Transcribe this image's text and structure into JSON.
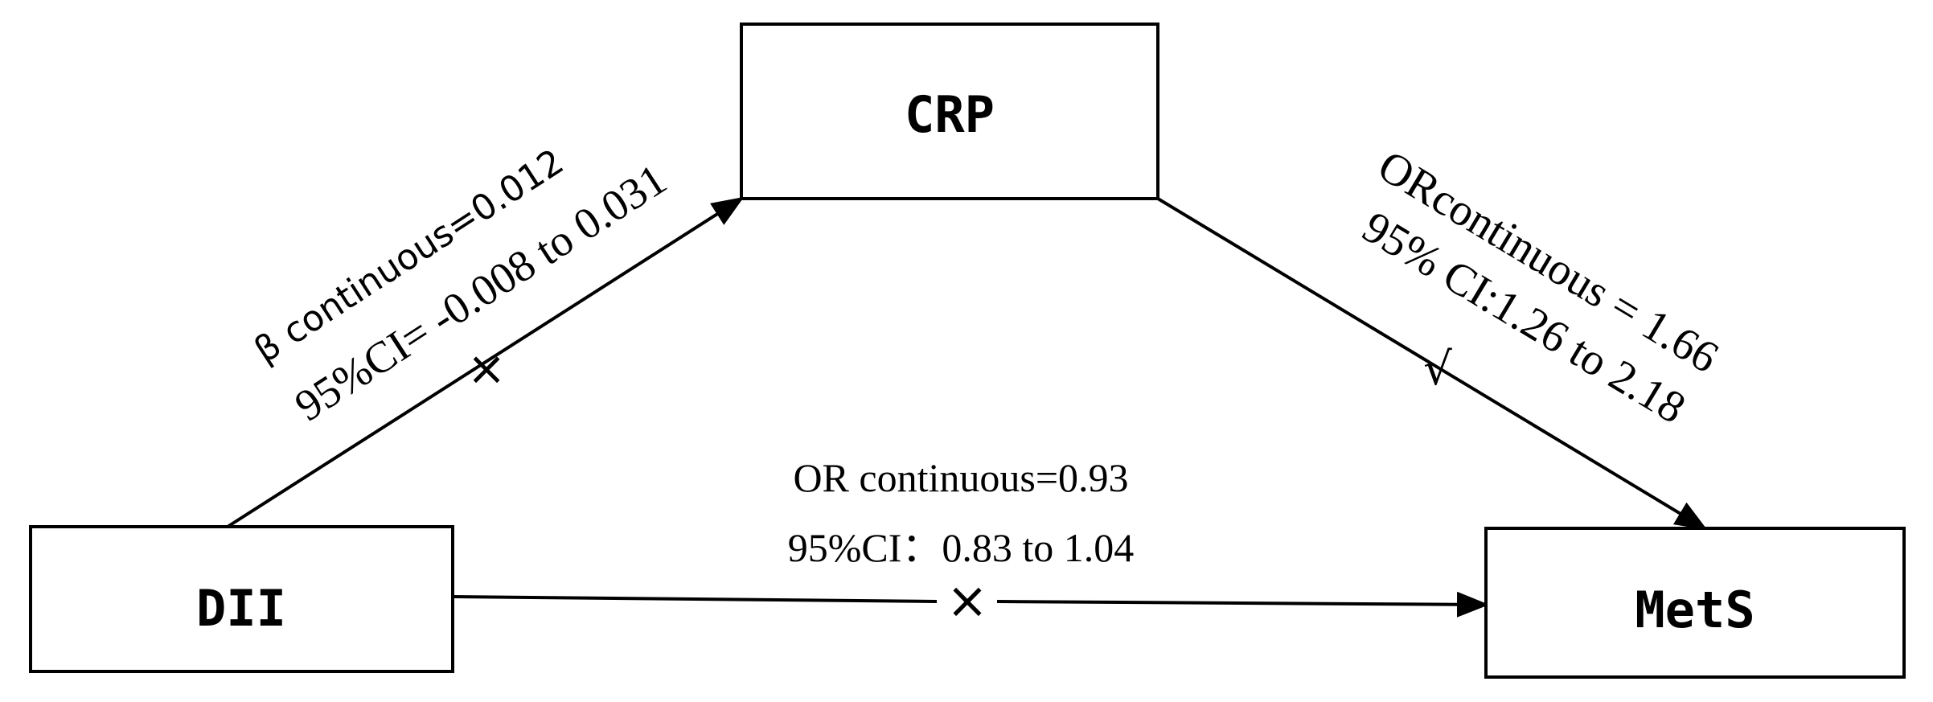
{
  "nodes": {
    "crp": "CRP",
    "dii": "DII",
    "mets": "MetS"
  },
  "edges": {
    "dii_to_crp": {
      "line1": "β continuous=0.012",
      "line2": "95%CI= -0.008 to 0.031",
      "mark": "×"
    },
    "crp_to_mets": {
      "line1": "ORcontinuous = 1.66",
      "line2": "95% CI:1.26 to 2.18",
      "mark": "√"
    },
    "dii_to_mets": {
      "line1": "OR continuous=0.93",
      "line2": "95%CI：0.83 to 1.04",
      "mark": "×"
    }
  }
}
